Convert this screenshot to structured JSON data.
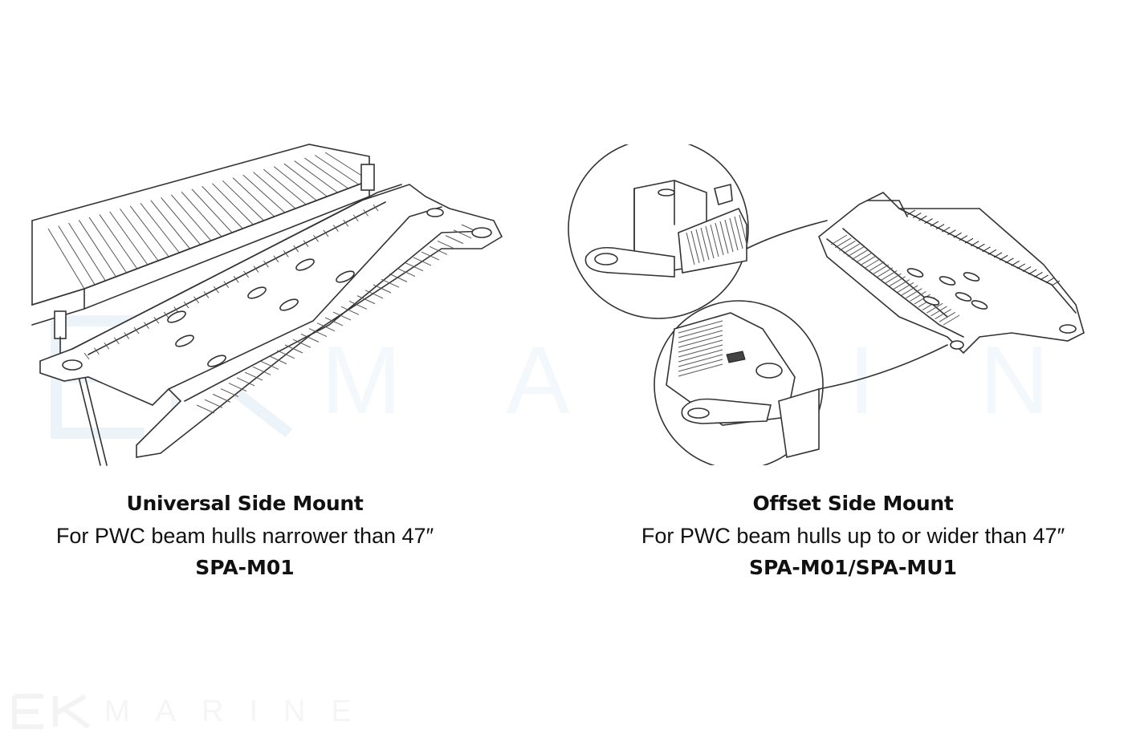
{
  "watermark": {
    "brand_text": "MARINE"
  },
  "products": [
    {
      "title": "Universal Side Mount",
      "description": "For PWC beam hulls narrower than 47″",
      "sku": "SPA-M01"
    },
    {
      "title": "Offset Side Mount",
      "description": "For PWC beam hulls up to or wider than 47″",
      "sku": "SPA-M01/SPA-MU1"
    }
  ]
}
